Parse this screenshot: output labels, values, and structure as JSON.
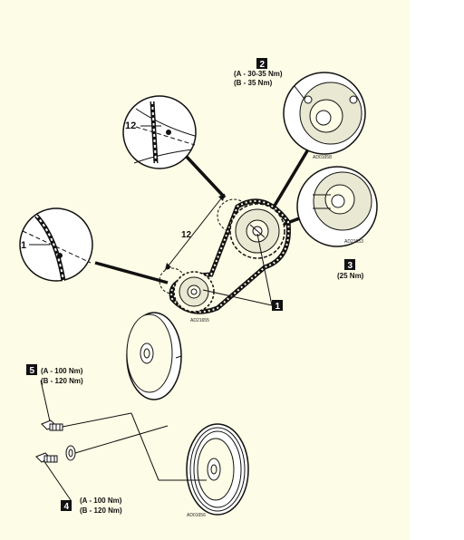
{
  "callouts": [
    {
      "number": "1",
      "lines": []
    },
    {
      "number": "2",
      "lines": [
        "(A - 30-35 Nm)",
        "(B - 35 Nm)"
      ]
    },
    {
      "number": "3",
      "lines": [
        "(25 Nm)"
      ]
    },
    {
      "number": "4",
      "lines": [
        "(A - 100 Nm)",
        "(B - 120 Nm)"
      ]
    },
    {
      "number": "5",
      "lines": [
        "(A - 100 Nm)",
        "(B - 120 Nm)"
      ]
    }
  ],
  "marks": {
    "dimension": "12",
    "detail_left": "1",
    "detail_top": "12"
  },
  "image_codes": {
    "sprockets": "AD21655",
    "detail_cam_upper": "AD01658",
    "detail_cam_lower": "AD21653",
    "pulleys": "AD01656"
  },
  "colors": {
    "paper": "#fdfce6",
    "ink": "#111111",
    "badge": "#111111"
  }
}
